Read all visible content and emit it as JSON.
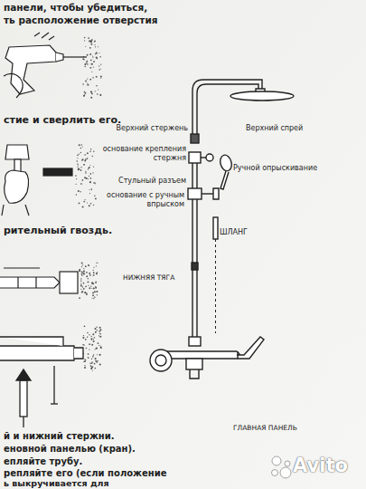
{
  "diagram": {
    "labels": [
      "панели, чтобы убедиться,",
      "ть расположение отверстия",
      "стие и сверлить его.",
      "рительный гвоздь.",
      "й и нижний стержни.",
      "еновной панелью (кран).",
      "епляйте трубу.",
      "репляйте его (если положение",
      "ь выкручивается для",
      "Верхний стержень",
      "Верхний спрей",
      "основание крепления стержня",
      "Ручной опрыскивание",
      "Стульный разъем",
      "основание с ручным впрыском",
      "ШЛАНГ",
      "НИЖНЯЯ ТЯГА",
      "ГЛАВНАЯ ПАНЕЛЬ",
      "Avito"
    ]
  }
}
